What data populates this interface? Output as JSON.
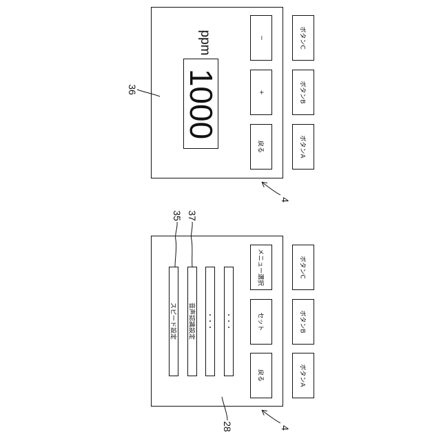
{
  "top_panel": {
    "ref_number": "36",
    "device_ref": "4",
    "value": "1000",
    "unit": "ppm",
    "screen_buttons": [
      "戻る",
      "+",
      "−"
    ],
    "hard_buttons": [
      "ボタンA",
      "ボタンB",
      "ボタンC"
    ]
  },
  "bottom_panel": {
    "ref_number": "28",
    "device_ref": "4",
    "menu_items": [
      "スピード設定",
      "音声認識設定",
      "・・・",
      "・・・"
    ],
    "menu_refs": [
      "35",
      "37"
    ],
    "screen_buttons": [
      "戻る",
      "セット",
      "メニュー選択"
    ],
    "hard_buttons": [
      "ボタンA",
      "ボタンB",
      "ボタンC"
    ]
  }
}
